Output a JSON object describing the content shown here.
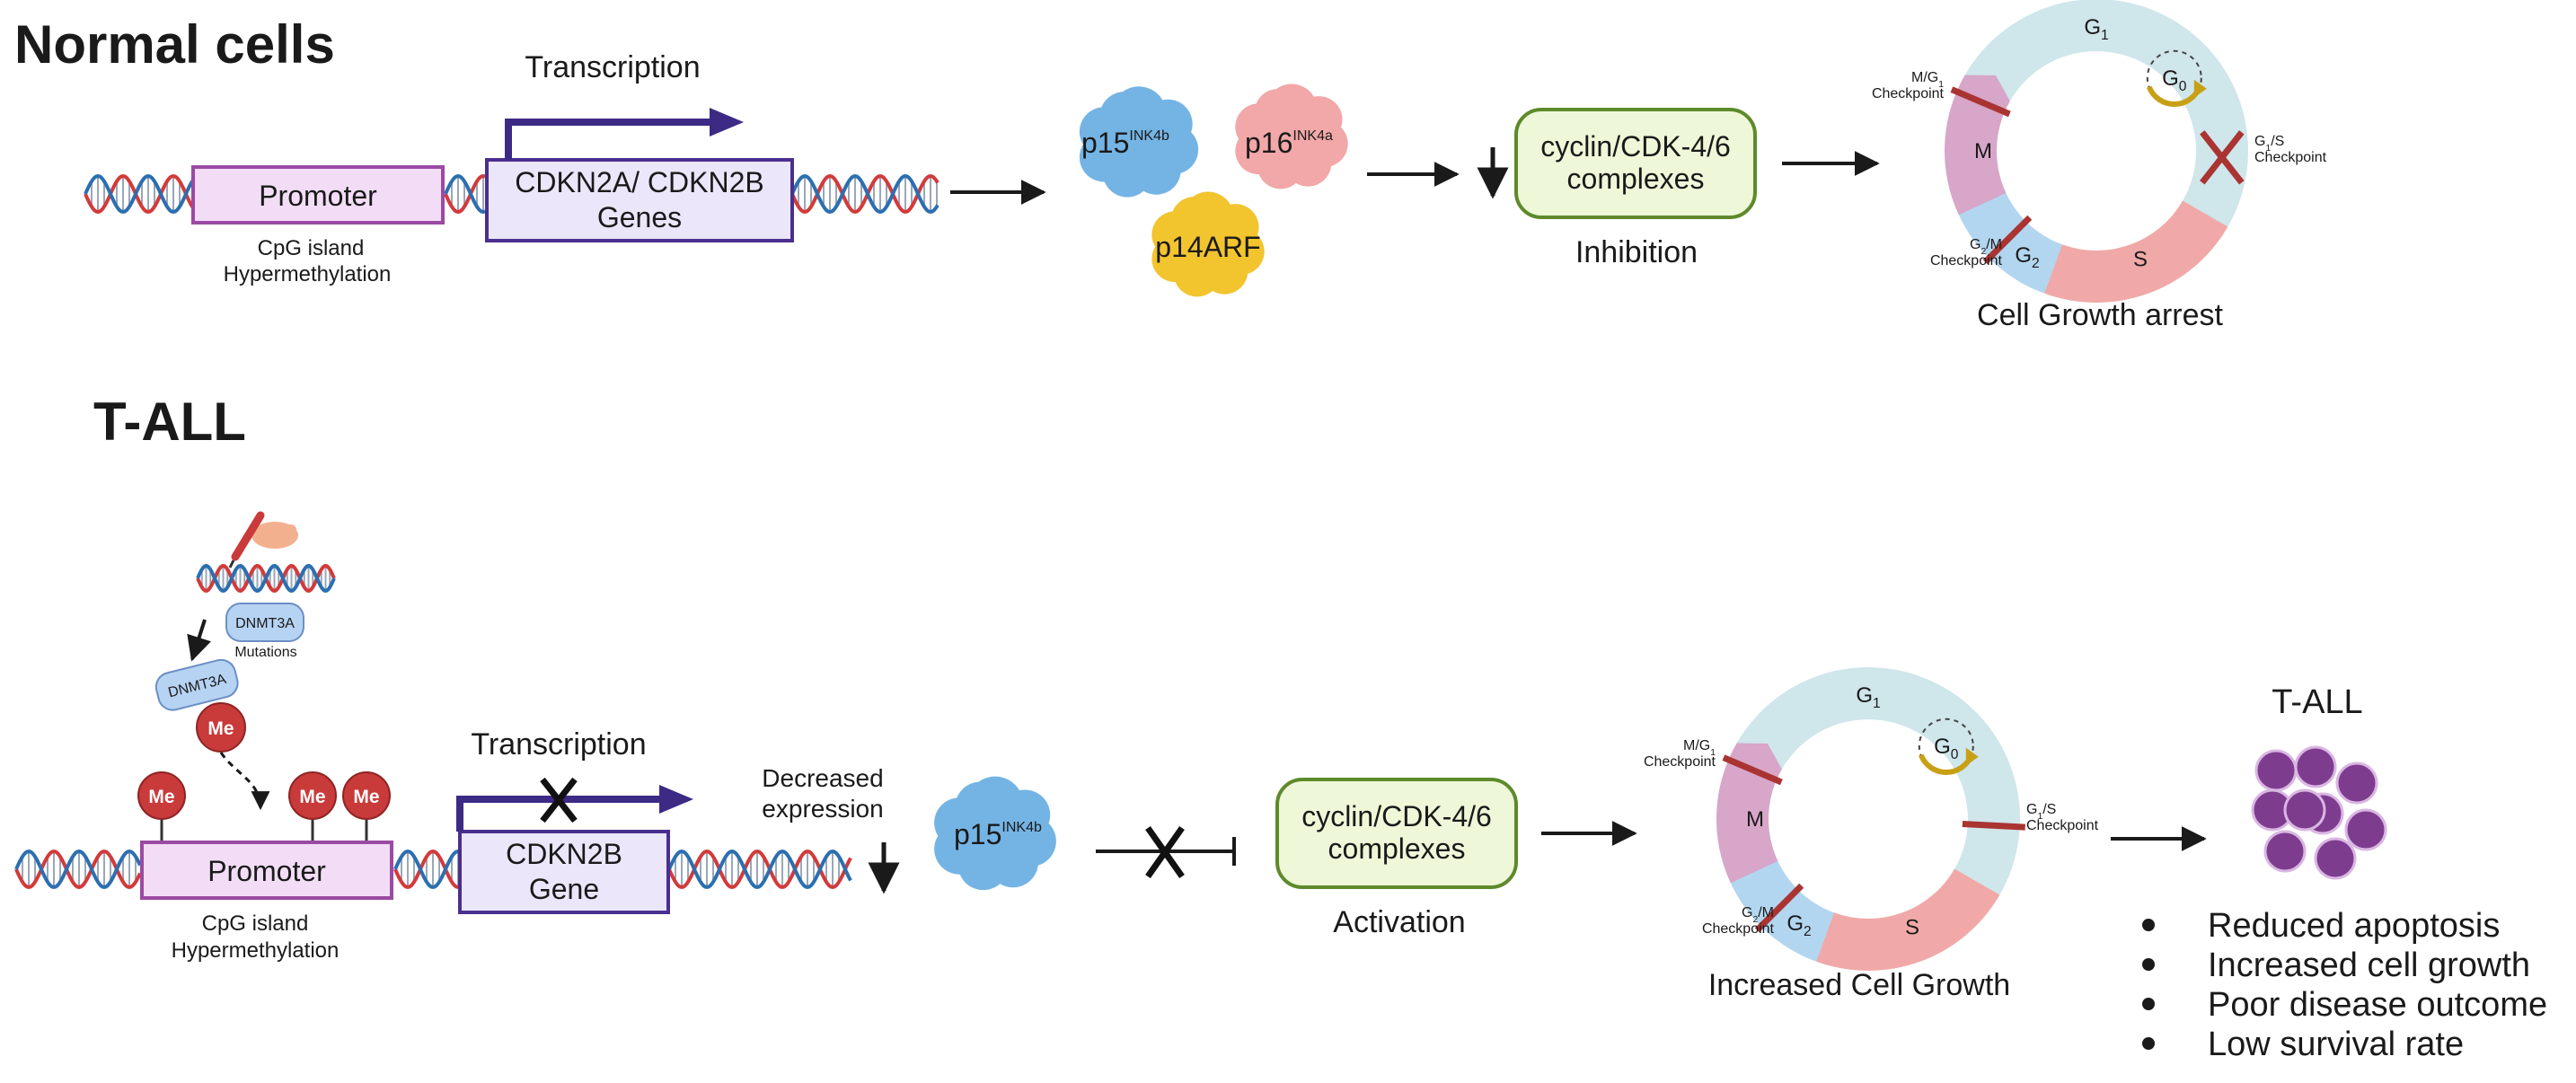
{
  "top": {
    "heading": "Normal cells",
    "transcription": "Transcription",
    "promoter": "Promoter",
    "genes_line1": "CDKN2A/ CDKN2B",
    "genes_line2": "Genes",
    "cpg_line1": "CpG island",
    "cpg_line2": "Hypermethylation",
    "p15": "p15",
    "p15_sup": "INK4b",
    "p16": "p16",
    "p16_sup": "INK4a",
    "p14": "p14ARF",
    "complex_line1": "cyclin/CDK-4/6",
    "complex_line2": "complexes",
    "effect": "Inhibition",
    "cycle_caption": "Cell Growth arrest"
  },
  "bottom": {
    "heading": "T-ALL",
    "mutations": "Mutations",
    "dnmt3a": "DNMT3A",
    "me": "Me",
    "transcription": "Transcription",
    "promoter": "Promoter",
    "gene_line1": "CDKN2B",
    "gene_line2": "Gene",
    "cpg_line1": "CpG island",
    "cpg_line2": "Hypermethylation",
    "decreased_line1": "Decreased",
    "decreased_line2": "expression",
    "p15": "p15",
    "p15_sup": "INK4b",
    "complex_line1": "cyclin/CDK-4/6",
    "complex_line2": "complexes",
    "effect": "Activation",
    "cycle_caption": "Increased Cell Growth",
    "outcome_title": "T-ALL",
    "outcomes": [
      "Reduced apoptosis",
      "Increased cell growth",
      "Poor disease outcome",
      "Low survival rate"
    ]
  },
  "cycle": {
    "g1": "G",
    "g1_sub": "1",
    "g0": "G",
    "g0_sub": "0",
    "g2": "G",
    "g2_sub": "2",
    "s": "S",
    "m": "M",
    "mg1_line1": "M/G",
    "mg1_sub": "1",
    "g1s_line1": "G",
    "g1s_sub": "1",
    "g1s_suffix": "/S",
    "g2m_line1": "G",
    "g2m_sub": "2",
    "g2m_suffix": "/M",
    "checkpoint": "Checkpoint"
  },
  "colors": {
    "promoter_fill": "#f3ddf6",
    "promoter_stroke": "#9b4aa3",
    "gene_fill": "#ebe6fa",
    "gene_stroke": "#4a2f8f",
    "arrow_purple": "#3d2a85",
    "complex_fill": "#eef8d8",
    "complex_stroke": "#5e8a2b",
    "p15_blue": "#74b4e4",
    "p16_pink": "#f2a7a8",
    "p14_yellow": "#f2c42e",
    "me_red": "#c93a3a",
    "cycle_g1": "#cfe6eb",
    "cycle_s": "#f0a9a8",
    "cycle_g2": "#b3d6f0",
    "cycle_m": "#d7a6c9",
    "checkpoint_bar": "#a93432",
    "g0_arrow": "#c8a016",
    "cell_purple": "#7e3c8f",
    "dna_red": "#d33a3a",
    "dna_blue": "#2c6fb0"
  }
}
